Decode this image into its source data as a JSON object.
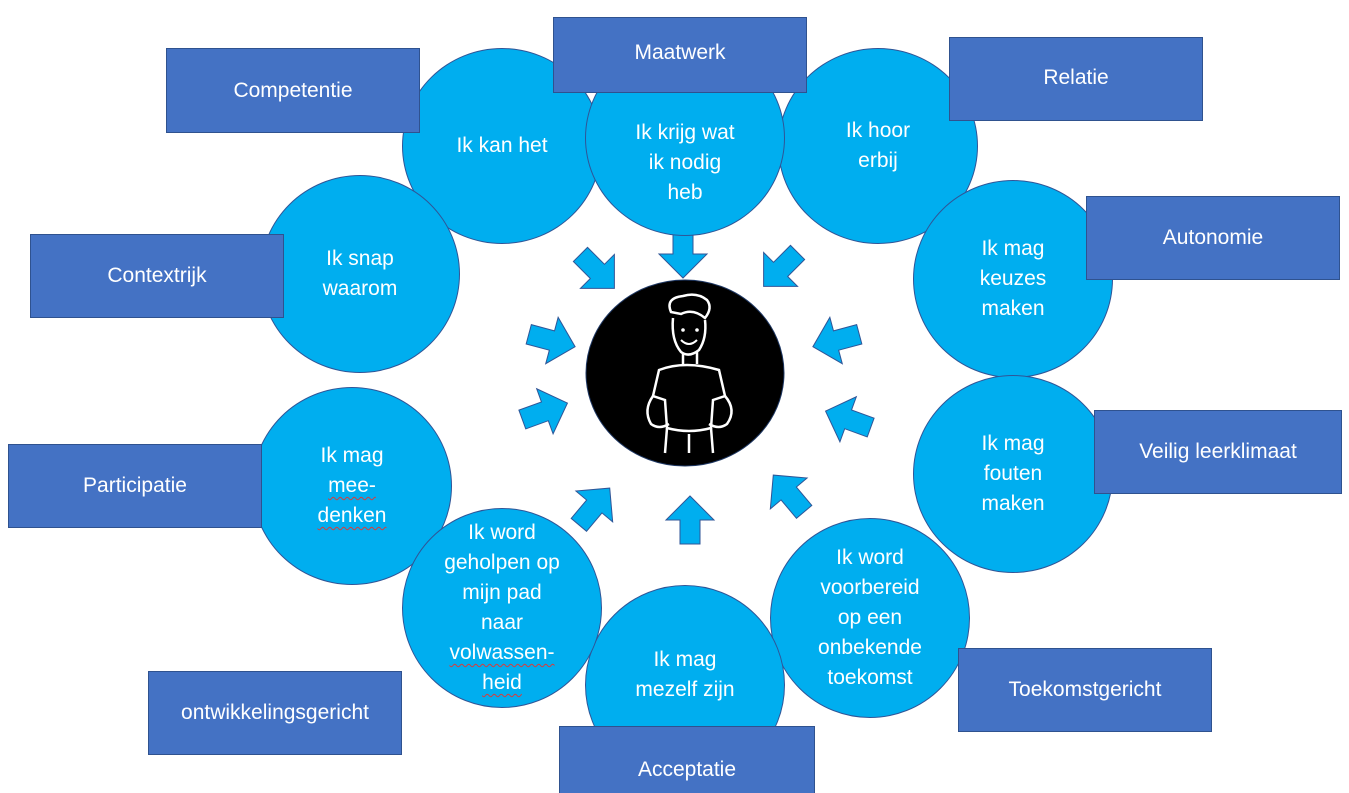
{
  "diagram": {
    "circles": {
      "kan": "Ik kan het",
      "krijg": "Ik krijg wat\nik nodig\nheb",
      "hoor": "Ik hoor\nerbij",
      "snap": "Ik snap\nwaarom",
      "keuzes": "Ik mag\nkeuzes\nmaken",
      "fouten": "Ik mag\nfouten\nmaken",
      "meedenken_1": "Ik mag",
      "meedenken_2": "mee-",
      "meedenken_3": "denken",
      "voorbereid": "Ik word\nvoorbereid\nop een\nonbekende\ntoekomst",
      "geholpen_1": "Ik word\ngeholpen op\nmijn pad\nnaar",
      "geholpen_2": "volwassen-",
      "geholpen_3": "heid",
      "mezelf": "Ik mag\nmezelf zijn"
    },
    "boxes": {
      "competentie": "Competentie",
      "maatwerk": "Maatwerk",
      "relatie": "Relatie",
      "contextrijk": "Contextrijk",
      "autonomie": "Autonomie",
      "veilig": "Veilig leerklimaat",
      "participatie": "Participatie",
      "toekomst": "Toekomstgericht",
      "ontwikkeling": "ontwikkelingsgericht",
      "acceptatie": "Acceptatie"
    },
    "colors": {
      "circle_fill": "#00aeef",
      "box_fill": "#4472c4",
      "arrow_fill": "#00aeef",
      "center_fill": "#000000"
    },
    "center_icon": "person-icon"
  }
}
